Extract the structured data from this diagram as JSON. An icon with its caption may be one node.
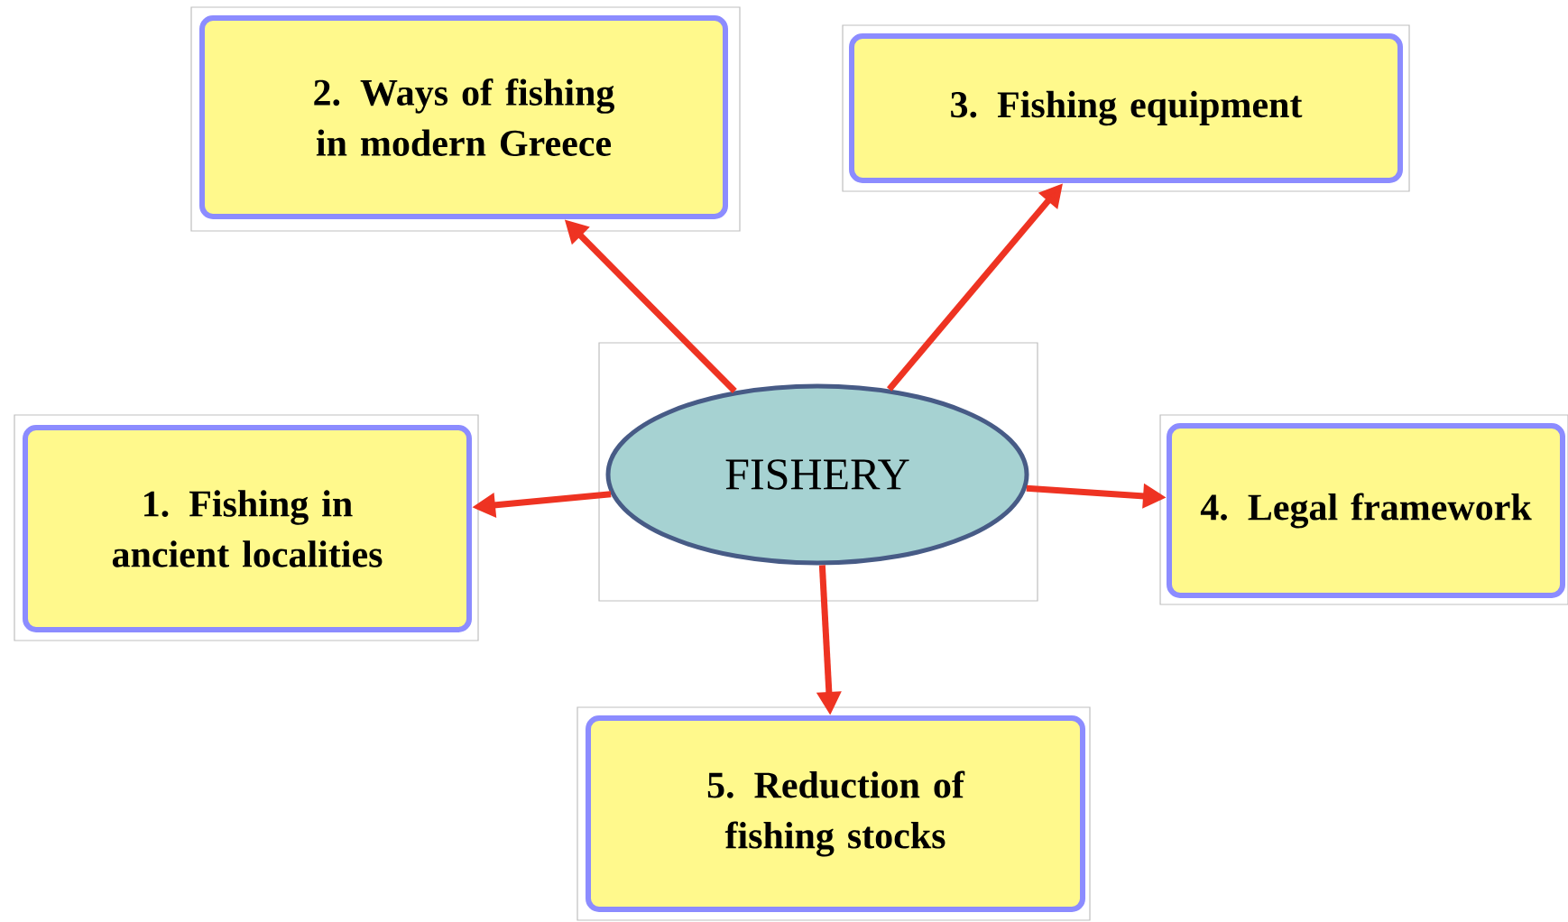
{
  "diagram": {
    "nodes": [
      {
        "text": [
          "FISHERY"
        ]
      },
      {
        "text": [
          "1. Fishing in ancient localities"
        ]
      },
      {
        "text": [
          "2. Ways of fishing in modern Greece"
        ]
      },
      {
        "text": [
          "3. Fishing equipment"
        ]
      },
      {
        "text": [
          "4. Legal framework"
        ]
      },
      {
        "text": [
          "5. Reduction of fishing stocks"
        ]
      }
    ],
    "edges": [
      {
        "from": 0,
        "to": 1,
        "arrow": "to"
      },
      {
        "from": 0,
        "to": 2,
        "arrow": "to"
      },
      {
        "from": 0,
        "to": 3,
        "arrow": "to"
      },
      {
        "from": 0,
        "to": 4,
        "arrow": "to"
      },
      {
        "from": 0,
        "to": 5,
        "arrow": "to"
      }
    ]
  }
}
